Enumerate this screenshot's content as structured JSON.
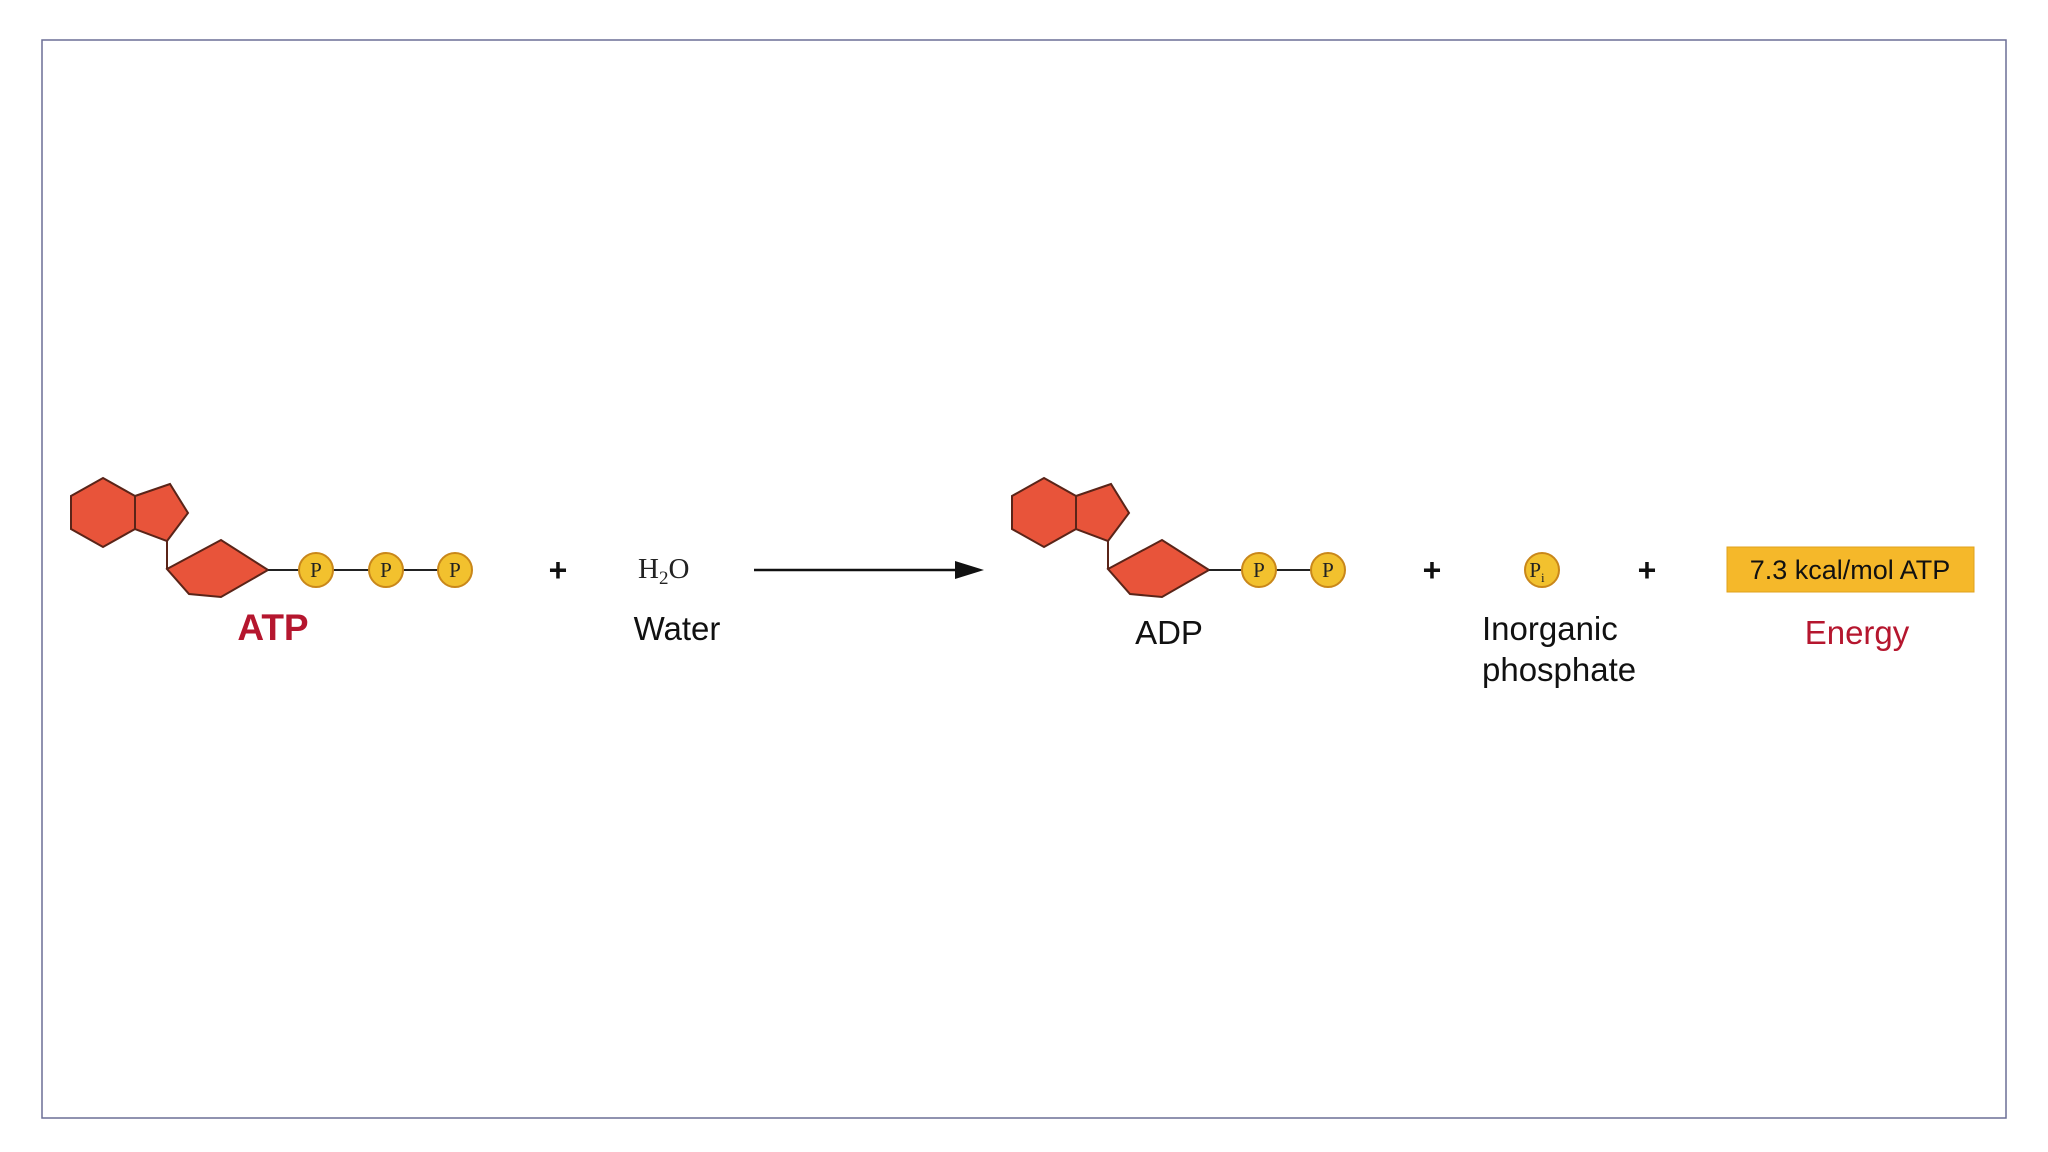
{
  "diagram": {
    "reactants": {
      "atp": {
        "label": "ATP",
        "phosphates": [
          "P",
          "P",
          "P"
        ]
      },
      "water": {
        "formula_h": "H",
        "formula_sub": "2",
        "formula_o": "O",
        "label": "Water"
      }
    },
    "operators": {
      "plus": "+"
    },
    "products": {
      "adp": {
        "label": "ADP",
        "phosphates": [
          "P",
          "P"
        ]
      },
      "inorganic_phosphate": {
        "symbol": "P",
        "symbol_sub": "i",
        "label_line1": "Inorganic",
        "label_line2": "phosphate"
      },
      "energy": {
        "value": "7.3 kcal/mol ATP",
        "label": "Energy"
      }
    },
    "colors": {
      "ring_fill": "#e8543a",
      "ring_stroke": "#5a2418",
      "phosphate_fill": "#f2c12e",
      "phosphate_stroke": "#c9871a",
      "atp_label": "#b5162e",
      "energy_label": "#b5162e",
      "energy_box": "#f5b82a",
      "border": "#6b6f96"
    }
  }
}
